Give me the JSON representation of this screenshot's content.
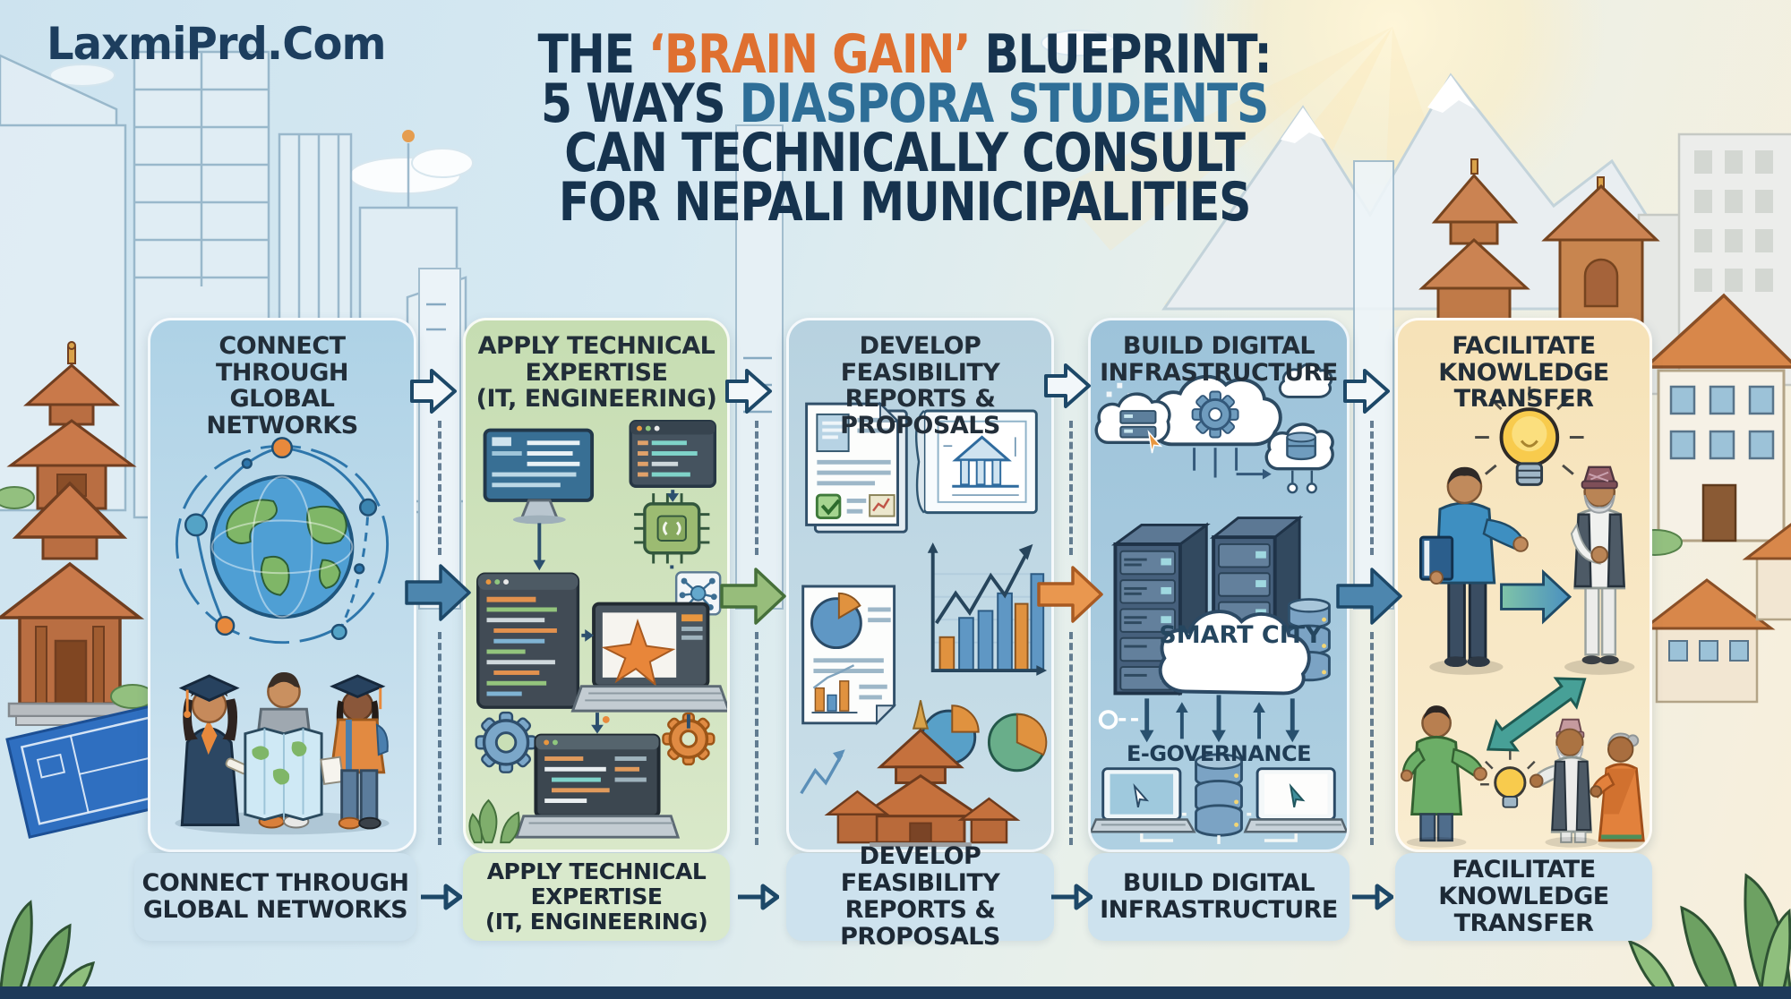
{
  "brand": {
    "logo_text": "LaxmiPrd.Com"
  },
  "title": {
    "line1": {
      "pre": "THE ",
      "highlight": "‘BRAIN GAIN’",
      "post": " BLUEPRINT:"
    },
    "line2": {
      "pre": "5 WAYS ",
      "highlight": "DIASPORA STUDENTS"
    },
    "line3": "CAN TECHNICALLY CONSULT",
    "line4": "FOR NEPALI MUNICIPALITIES"
  },
  "colors": {
    "title_navy": "#16334e",
    "title_orange": "#df7030",
    "title_steel": "#2e6e97",
    "flow_arrow_blue": "#4d86ae",
    "flow_arrow_green": "#97bd7b",
    "flow_arrow_orange": "#e9974f",
    "footer_bar": "#1e3a5a"
  },
  "steps": [
    {
      "id": "connect-through-global-networks",
      "header_lines": [
        "CONNECT THROUGH",
        "GLOBAL NETWORKS"
      ],
      "footer_lines": [
        "CONNECT THROUGH",
        "GLOBAL NETWORKS"
      ],
      "panel_color": "#aed2e6",
      "icons": [
        "globe-icon",
        "network-nodes-icon",
        "graduate-student-icon",
        "world-map-icon"
      ]
    },
    {
      "id": "apply-technical-expertise",
      "header_lines": [
        "APPLY TECHNICAL",
        "EXPERTISE",
        "(IT, ENGINEERING)"
      ],
      "footer_lines": [
        "APPLY TECHNICAL",
        "EXPERTISE",
        "(IT, ENGINEERING)"
      ],
      "panel_color": "#c6ddb2",
      "icons": [
        "monitor-code-icon",
        "terminal-icon",
        "chip-icon",
        "code-editor-icon",
        "laptop-design-icon",
        "molecule-icon",
        "gear-icon",
        "laptop-code-icon",
        "plant-icon"
      ]
    },
    {
      "id": "develop-feasibility-reports-proposals",
      "header_lines": [
        "DEVELOP FEASIBILITY",
        "REPORTS & PROPOSALS"
      ],
      "footer_lines": [
        "DEVELOP FEASIBILITY",
        "REPORTS & PROPOSALS"
      ],
      "panel_color": "#b7d2e0",
      "icons": [
        "report-document-icon",
        "checklist-icon",
        "blueprint-icon",
        "bar-chart-icon",
        "trend-arrow-icon",
        "pie-chart-icon",
        "temple-icon"
      ]
    },
    {
      "id": "build-digital-infrastructure",
      "header_lines": [
        "BUILD DIGITAL",
        "INFRASTRUCTURE"
      ],
      "footer_lines": [
        "BUILD DIGITAL",
        "INFRASTRUCTURE"
      ],
      "panel_color": "#9dc3da",
      "labels": {
        "smart_city": "SMART CITY",
        "e_governance": "E-GOVERNANCE"
      },
      "icons": [
        "cloud-gear-icon",
        "cloud-server-icon",
        "cloud-database-icon",
        "server-rack-icon",
        "database-icon",
        "laptop-cursor-icon"
      ]
    },
    {
      "id": "facilitate-knowledge-transfer",
      "header_lines": [
        "FACILITATE",
        "KNOWLEDGE TRANSFER"
      ],
      "footer_lines": [
        "FACILITATE",
        "KNOWLEDGE TRANSFER"
      ],
      "panel_color": "#f6e2b7",
      "icons": [
        "lightbulb-icon",
        "mentor-figure-icon",
        "elder-figure-icon",
        "knowledge-arrow-icon",
        "exchange-arrow-icon"
      ]
    }
  ]
}
